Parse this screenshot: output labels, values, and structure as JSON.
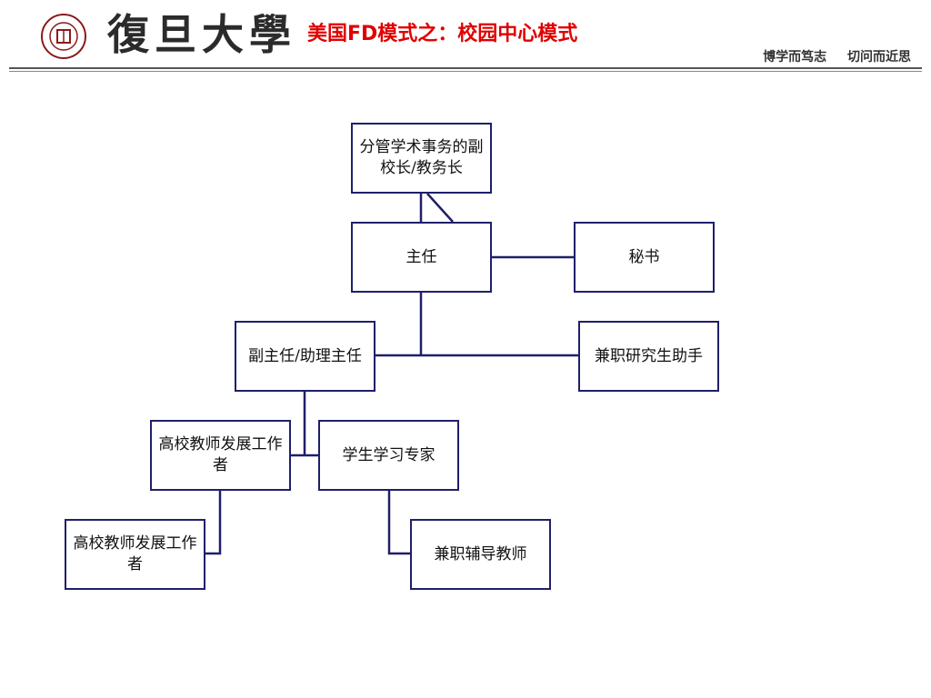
{
  "header": {
    "university_name": "復旦大學",
    "title": "美国FD模式之：校园中心模式",
    "motto": [
      "博学而笃志",
      "切问而近思"
    ]
  },
  "org_chart": {
    "vp": "分管学术事务的副校长/教务长",
    "director": "主任",
    "secretary": "秘书",
    "deputy": "副主任/助理主任",
    "grad_assistant": "兼职研究生助手",
    "faculty_dev_1": "高校教师发展工作者",
    "learning_expert": "学生学习专家",
    "faculty_dev_2": "高校教师发展工作者",
    "part_time_tutor": "兼职辅导教师"
  },
  "colors": {
    "title": "#e00000",
    "box_border": "#1f1f6b"
  }
}
